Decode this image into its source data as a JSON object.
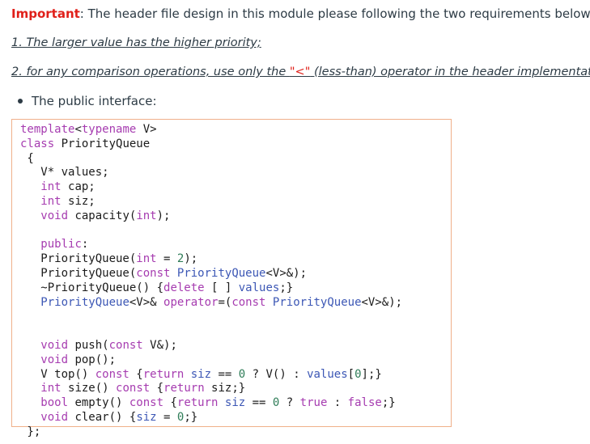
{
  "intro": {
    "important_label": "Important",
    "text": ": The header file design in this module please following the two requirements below -"
  },
  "requirements": [
    {
      "text": "1. The larger value has the higher priority;"
    },
    {
      "before": "2. for any comparison operations, use only the ",
      "quoted": "\"<\"",
      "after": " (less-than) operator in the header implementation",
      "trail": "."
    }
  ],
  "bullet": {
    "text": "The public interface:"
  },
  "code": {
    "lines": [
      [
        {
          "t": "kw",
          "s": "template"
        },
        {
          "t": "plain",
          "s": "<"
        },
        {
          "t": "kw",
          "s": "typename"
        },
        {
          "t": "plain",
          "s": " V>"
        }
      ],
      [
        {
          "t": "kw",
          "s": "class"
        },
        {
          "t": "plain",
          "s": " PriorityQueue"
        }
      ],
      [
        {
          "t": "plain",
          "s": " {"
        }
      ],
      [
        {
          "t": "plain",
          "s": "   V* values;"
        }
      ],
      [
        {
          "t": "plain",
          "s": "   "
        },
        {
          "t": "kw",
          "s": "int"
        },
        {
          "t": "plain",
          "s": " cap;"
        }
      ],
      [
        {
          "t": "plain",
          "s": "   "
        },
        {
          "t": "kw",
          "s": "int"
        },
        {
          "t": "plain",
          "s": " siz;"
        }
      ],
      [
        {
          "t": "plain",
          "s": "   "
        },
        {
          "t": "kw",
          "s": "void"
        },
        {
          "t": "plain",
          "s": " capacity("
        },
        {
          "t": "kw",
          "s": "int"
        },
        {
          "t": "plain",
          "s": ");"
        }
      ],
      [
        {
          "t": "plain",
          "s": ""
        }
      ],
      [
        {
          "t": "plain",
          "s": "   "
        },
        {
          "t": "kw",
          "s": "public"
        },
        {
          "t": "plain",
          "s": ":"
        }
      ],
      [
        {
          "t": "plain",
          "s": "   PriorityQueue("
        },
        {
          "t": "kw",
          "s": "int"
        },
        {
          "t": "plain",
          "s": " = "
        },
        {
          "t": "num",
          "s": "2"
        },
        {
          "t": "plain",
          "s": ");"
        }
      ],
      [
        {
          "t": "plain",
          "s": "   PriorityQueue("
        },
        {
          "t": "kw",
          "s": "const"
        },
        {
          "t": "plain",
          "s": " "
        },
        {
          "t": "ty",
          "s": "PriorityQueue"
        },
        {
          "t": "plain",
          "s": "<V>&);"
        }
      ],
      [
        {
          "t": "plain",
          "s": "   ~PriorityQueue() {"
        },
        {
          "t": "kw",
          "s": "delete"
        },
        {
          "t": "plain",
          "s": " [ ] "
        },
        {
          "t": "ty",
          "s": "values"
        },
        {
          "t": "plain",
          "s": ";}"
        }
      ],
      [
        {
          "t": "plain",
          "s": "   "
        },
        {
          "t": "ty",
          "s": "PriorityQueue"
        },
        {
          "t": "plain",
          "s": "<V>& "
        },
        {
          "t": "kw",
          "s": "operator"
        },
        {
          "t": "plain",
          "s": "=("
        },
        {
          "t": "kw",
          "s": "const"
        },
        {
          "t": "plain",
          "s": " "
        },
        {
          "t": "ty",
          "s": "PriorityQueue"
        },
        {
          "t": "plain",
          "s": "<V>&);"
        }
      ],
      [
        {
          "t": "plain",
          "s": ""
        }
      ],
      [
        {
          "t": "plain",
          "s": ""
        }
      ],
      [
        {
          "t": "plain",
          "s": "   "
        },
        {
          "t": "kw",
          "s": "void"
        },
        {
          "t": "plain",
          "s": " push("
        },
        {
          "t": "kw",
          "s": "const"
        },
        {
          "t": "plain",
          "s": " V&);"
        }
      ],
      [
        {
          "t": "plain",
          "s": "   "
        },
        {
          "t": "kw",
          "s": "void"
        },
        {
          "t": "plain",
          "s": " pop();"
        }
      ],
      [
        {
          "t": "plain",
          "s": "   V top() "
        },
        {
          "t": "kw",
          "s": "const"
        },
        {
          "t": "plain",
          "s": " {"
        },
        {
          "t": "kw",
          "s": "return"
        },
        {
          "t": "plain",
          "s": " "
        },
        {
          "t": "ty",
          "s": "siz"
        },
        {
          "t": "plain",
          "s": " == "
        },
        {
          "t": "num",
          "s": "0"
        },
        {
          "t": "plain",
          "s": " ? V() : "
        },
        {
          "t": "ty",
          "s": "values"
        },
        {
          "t": "plain",
          "s": "["
        },
        {
          "t": "num",
          "s": "0"
        },
        {
          "t": "plain",
          "s": "];}"
        }
      ],
      [
        {
          "t": "plain",
          "s": "   "
        },
        {
          "t": "kw",
          "s": "int"
        },
        {
          "t": "plain",
          "s": " size() "
        },
        {
          "t": "kw",
          "s": "const"
        },
        {
          "t": "plain",
          "s": " {"
        },
        {
          "t": "kw",
          "s": "return"
        },
        {
          "t": "plain",
          "s": " siz;}"
        }
      ],
      [
        {
          "t": "plain",
          "s": "   "
        },
        {
          "t": "kw",
          "s": "bool"
        },
        {
          "t": "plain",
          "s": " empty() "
        },
        {
          "t": "kw",
          "s": "const"
        },
        {
          "t": "plain",
          "s": " {"
        },
        {
          "t": "kw",
          "s": "return"
        },
        {
          "t": "plain",
          "s": " "
        },
        {
          "t": "ty",
          "s": "siz"
        },
        {
          "t": "plain",
          "s": " == "
        },
        {
          "t": "num",
          "s": "0"
        },
        {
          "t": "plain",
          "s": " ? "
        },
        {
          "t": "kw",
          "s": "true"
        },
        {
          "t": "plain",
          "s": " : "
        },
        {
          "t": "kw",
          "s": "false"
        },
        {
          "t": "plain",
          "s": ";}"
        }
      ],
      [
        {
          "t": "plain",
          "s": "   "
        },
        {
          "t": "kw",
          "s": "void"
        },
        {
          "t": "plain",
          "s": " clear() {"
        },
        {
          "t": "ty",
          "s": "siz"
        },
        {
          "t": "plain",
          "s": " = "
        },
        {
          "t": "num",
          "s": "0"
        },
        {
          "t": "plain",
          "s": ";}"
        }
      ],
      [
        {
          "t": "plain",
          "s": " };"
        }
      ]
    ]
  },
  "colors": {
    "important": "#e0201a",
    "keyword": "#a63cb0",
    "type": "#3c57b5",
    "number": "#2f7d58",
    "box_border": "#f0b08a"
  }
}
